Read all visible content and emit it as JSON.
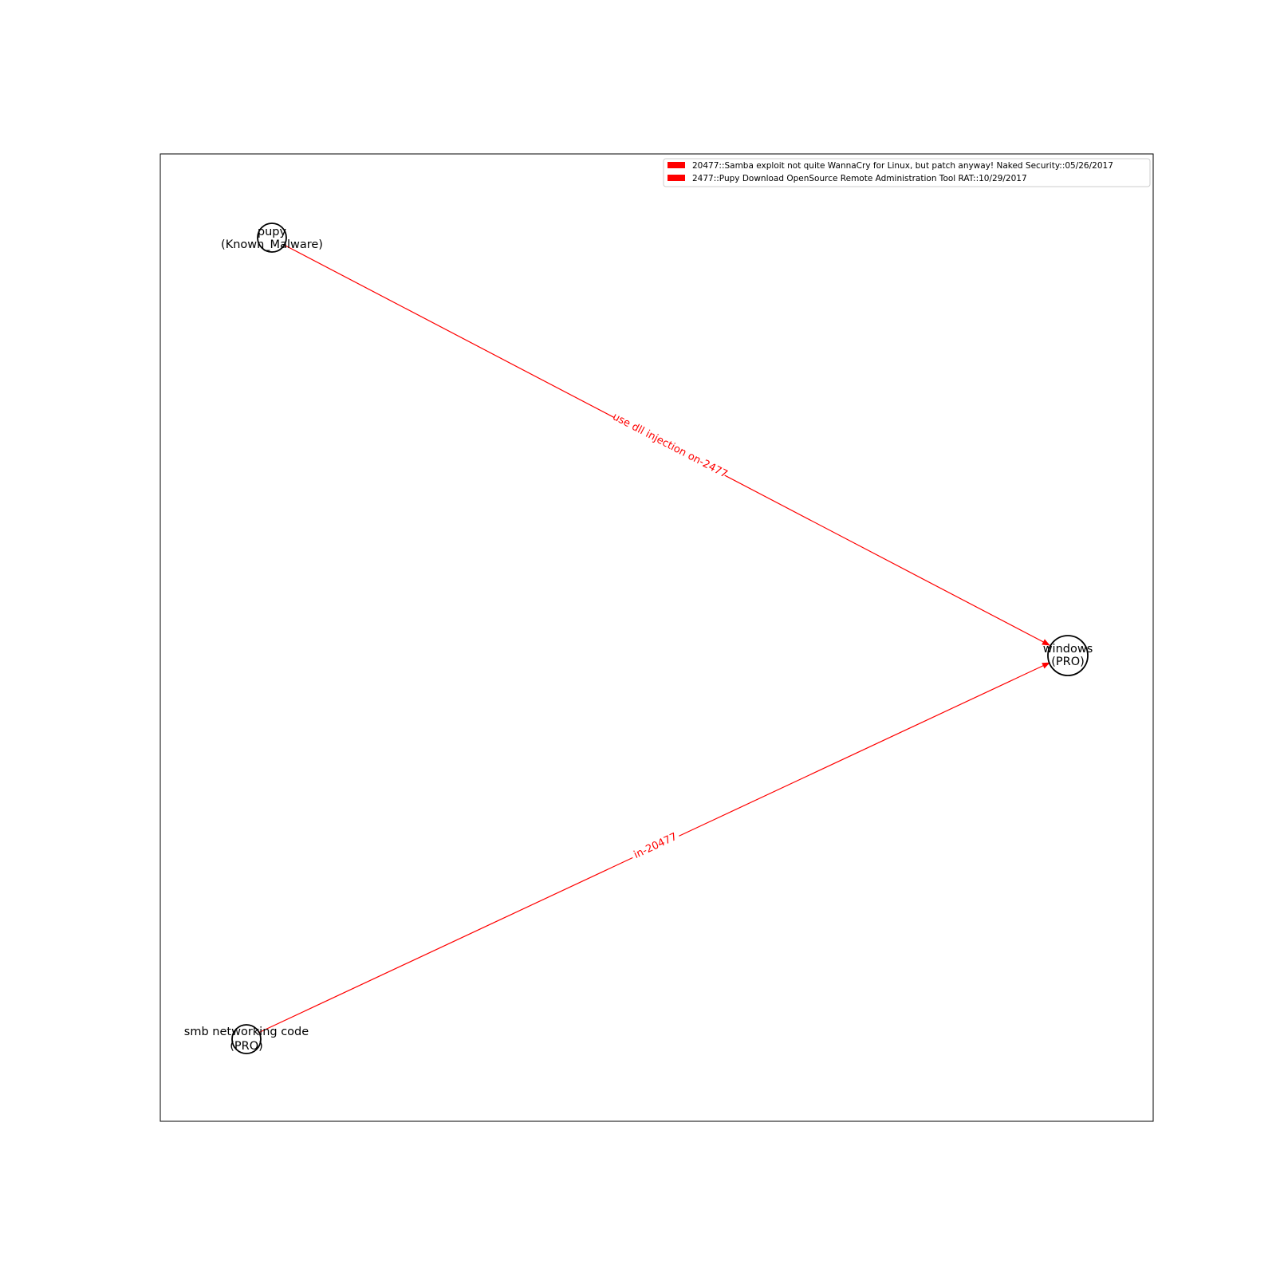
{
  "colors": {
    "edge": "#ff0000",
    "legend_swatch": "#ff0000",
    "node_stroke": "#000000",
    "frame": "#000000"
  },
  "legend": {
    "entries": [
      {
        "label": "20477::Samba exploit  not quite WannaCry for Linux, but patch anyway!  Naked Security::05/26/2017"
      },
      {
        "label": "2477::Pupy Download  OpenSource Remote Administration Tool  RAT::10/29/2017"
      }
    ]
  },
  "nodes": [
    {
      "id": "pupy",
      "line1": "pupy",
      "line2": "(Known_Malware)"
    },
    {
      "id": "windows",
      "line1": "windows",
      "line2": "(PRO)"
    },
    {
      "id": "smb",
      "line1": "smb networking code",
      "line2": "(PRO)"
    }
  ],
  "edges": [
    {
      "id": "pupy-windows",
      "source": "pupy",
      "target": "windows",
      "label": "use dll injection on-2477"
    },
    {
      "id": "smb-windows",
      "source": "smb",
      "target": "windows",
      "label": "in-20477"
    }
  ]
}
